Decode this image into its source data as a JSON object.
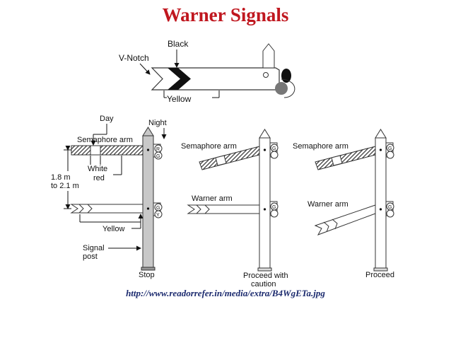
{
  "title": "Warner Signals",
  "source_url": "http://www.readorrefer.in/media/extra/B4WgETa.jpg",
  "arm_detail": {
    "black": "Black",
    "v_notch": "V-Notch",
    "yellow": "Yellow"
  },
  "left_diagram": {
    "day": "Day",
    "night": "Night",
    "semaphore_arm": "Semaphore arm",
    "white": "White",
    "red": "red",
    "height_a": "1.8 m",
    "height_b": "to 2.1 m",
    "yellow": "Yellow",
    "signal_post_a": "Signal",
    "signal_post_b": "post",
    "caption": "Stop",
    "lamp_top_1": "R",
    "lamp_top_2": "G",
    "lamp_bottom_1": "G",
    "lamp_bottom_2": "Y"
  },
  "middle_diagram": {
    "semaphore_arm": "Semaphore arm",
    "warner_arm": "Warner arm",
    "caption_a": "Proceed with",
    "caption_b": "caution",
    "lamp_top": "G",
    "lamp_bottom": "G"
  },
  "right_diagram": {
    "semaphore_arm": "Semaphore arm",
    "warner_arm": "Warner arm",
    "caption": "Proceed",
    "lamp_top": "G",
    "lamp_bottom": "G"
  },
  "colors": {
    "title": "#c0171f",
    "url": "#1b2a6e"
  }
}
